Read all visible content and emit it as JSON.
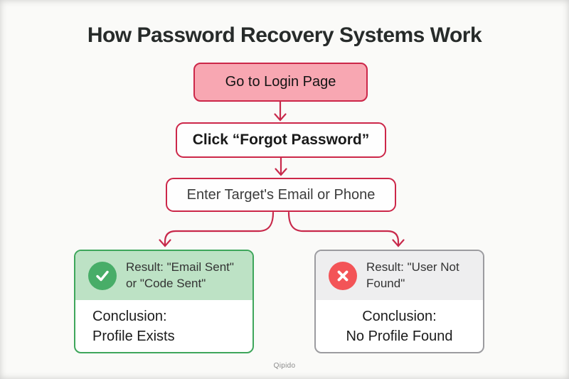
{
  "title": "How Password Recovery Systems Work",
  "watermark": "Qipido",
  "colors": {
    "background": "#fafaf8",
    "accent_red": "#cc2749",
    "pink_fill": "#f8a7b2",
    "green_border": "#3ea65b",
    "green_fill": "#bde2c5",
    "green_badge": "#48ad68",
    "gray_border": "#9c9ca0",
    "gray_fill": "#eeeeef",
    "red_badge": "#f35457"
  },
  "flow": {
    "step1": {
      "label": "Go to Login Page"
    },
    "step2": {
      "label": "Click “Forgot Password”"
    },
    "step3": {
      "label": "Enter Target's Email or Phone"
    },
    "outcome_success": {
      "icon": "check-icon",
      "result_line1": "Result: \"Email Sent\"",
      "result_line2": "or \"Code Sent\"",
      "conclusion_label": "Conclusion:",
      "conclusion_value": "Profile Exists"
    },
    "outcome_failure": {
      "icon": "x-icon",
      "result_line1": "Result: \"User Not",
      "result_line2": "Found\"",
      "conclusion_label": "Conclusion:",
      "conclusion_value": "No Profile Found"
    }
  }
}
